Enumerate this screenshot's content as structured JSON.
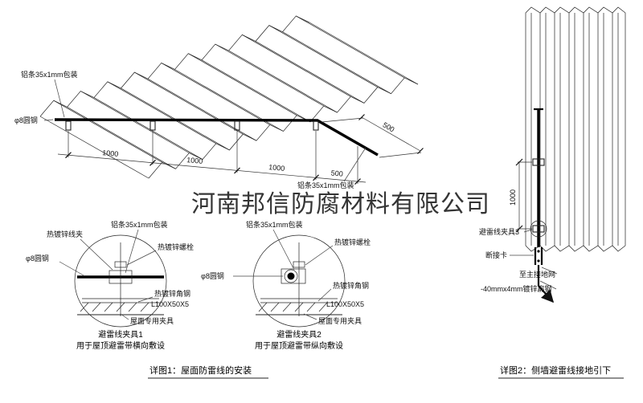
{
  "colors": {
    "red": "#c00000",
    "watermark": "#b8b8b8"
  },
  "watermark": "河南邦信防腐材料有限公司",
  "roof": {
    "strip_label_top": "铝条35x1mm包装",
    "strip_label_bottom": "铝条35x1mm包装",
    "rod_label": "φ8圆钢",
    "dims": [
      "1000",
      "1000",
      "1000",
      "500"
    ],
    "dim_right": "500"
  },
  "detail1": {
    "title": "避雷线夹具1",
    "subtitle": "用于屋顶避雷带横向敷设",
    "labels": {
      "clamp": "热镀锌线夹",
      "strip": "铝条35x1mm包装",
      "bolt": "热镀锌螺栓",
      "rod": "φ8圆钢",
      "angle": "热镀锌角钢",
      "angle_size": "L100X50X5",
      "fixture": "屋面专用夹具"
    }
  },
  "detail2": {
    "title": "避雷线夹具2",
    "subtitle": "用于屋顶避雷带纵向敷设",
    "labels": {
      "strip": "铝条35x1mm包装",
      "bolt": "热镀锌螺栓",
      "rod": "φ8圆钢",
      "angle": "热镀锌角钢",
      "angle_size": "L100X50X5",
      "fixture": "屋面专用夹具"
    }
  },
  "wall": {
    "dim": "1000",
    "clamp_label": "避雷线夹具3",
    "disconnect_label": "断接卡",
    "ground_label": "至主接地网",
    "flat_steel_label": "-40mmx4mm镀锌扁钢"
  },
  "captions": {
    "detail1": "详图1：屋面防雷线的安装",
    "detail2": "详图2：侧墙避雷线接地引下"
  }
}
